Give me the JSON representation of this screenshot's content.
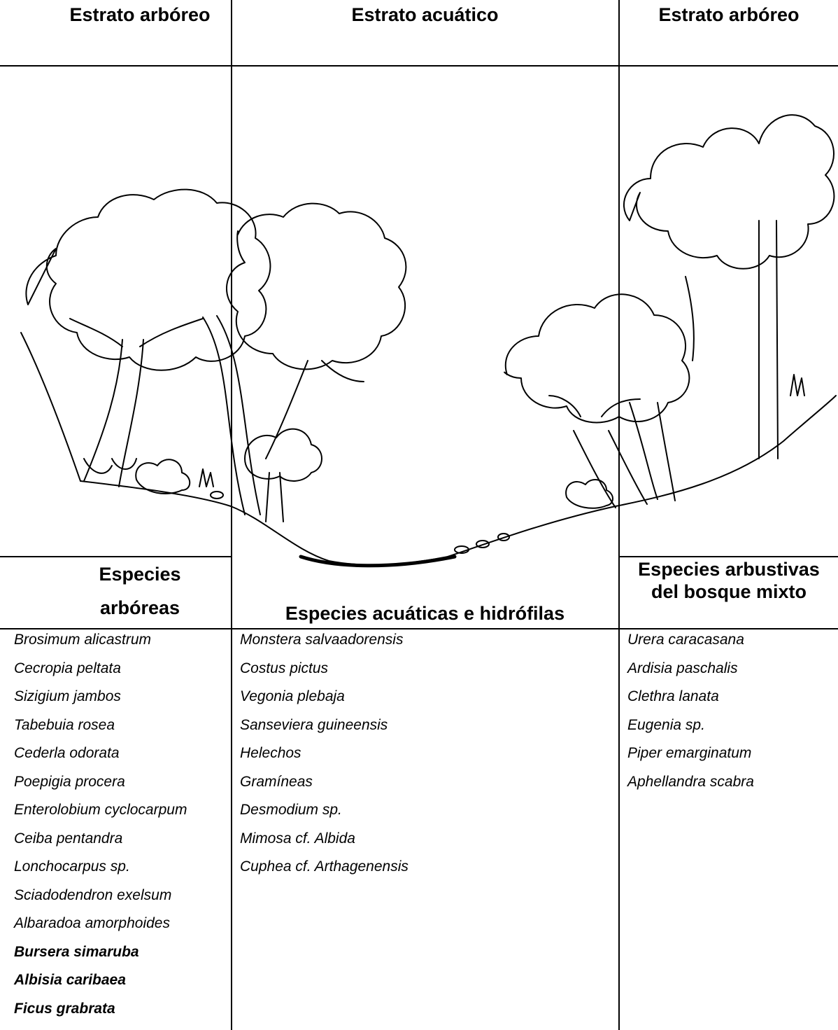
{
  "headers": {
    "left": "Estrato arbóreo",
    "center": "Estrato acuático",
    "right": "Estrato arbóreo"
  },
  "column_titles": {
    "left_line1": "Especies",
    "left_line2": "arbóreas",
    "center": "Especies acuáticas e hidrófilas",
    "right_line1": "Especies arbustivas",
    "right_line2": "del  bosque mixto"
  },
  "species": {
    "arboreas": [
      {
        "name": "Brosimum alicastrum",
        "bold": false
      },
      {
        "name": "Cecropia peltata",
        "bold": false
      },
      {
        "name": "Sizigium jambos",
        "bold": false
      },
      {
        "name": "Tabebuia rosea",
        "bold": false
      },
      {
        "name": "Cederla odorata",
        "bold": false
      },
      {
        "name": "Poepigia procera",
        "bold": false
      },
      {
        "name": "Enterolobium cyclocarpum",
        "bold": false
      },
      {
        "name": "Ceiba pentandra",
        "bold": false
      },
      {
        "name": "Lonchocarpus sp.",
        "bold": false
      },
      {
        "name": "Sciadodendron exelsum",
        "bold": false
      },
      {
        "name": "Albaradoa amorphoides",
        "bold": false
      },
      {
        "name": "Bursera simaruba",
        "bold": true
      },
      {
        "name": "Albisia caribaea",
        "bold": true
      },
      {
        "name": "Ficus grabrata",
        "bold": true
      }
    ],
    "acuaticas": [
      {
        "name": "Monstera salvaadorensis",
        "bold": false
      },
      {
        "name": "Costus pictus",
        "bold": false
      },
      {
        "name": "Vegonia plebaja",
        "bold": false
      },
      {
        "name": "Sanseviera guineensis",
        "bold": false
      },
      {
        "name": "Helechos",
        "bold": false
      },
      {
        "name": "Gramíneas",
        "bold": false
      },
      {
        "name": "Desmodium sp.",
        "bold": false
      },
      {
        "name": "Mimosa cf. Albida",
        "bold": false
      },
      {
        "name": "Cuphea  cf. Arthagenensis",
        "bold": false
      }
    ],
    "arbustivas": [
      {
        "name": "Urera caracasana",
        "bold": false
      },
      {
        "name": "Ardisia paschalis",
        "bold": false
      },
      {
        "name": "Clethra lanata",
        "bold": false
      },
      {
        "name": "Eugenia sp.",
        "bold": false
      },
      {
        "name": "Piper emarginatum",
        "bold": false
      },
      {
        "name": "Aphellandra scabra",
        "bold": false
      }
    ]
  }
}
